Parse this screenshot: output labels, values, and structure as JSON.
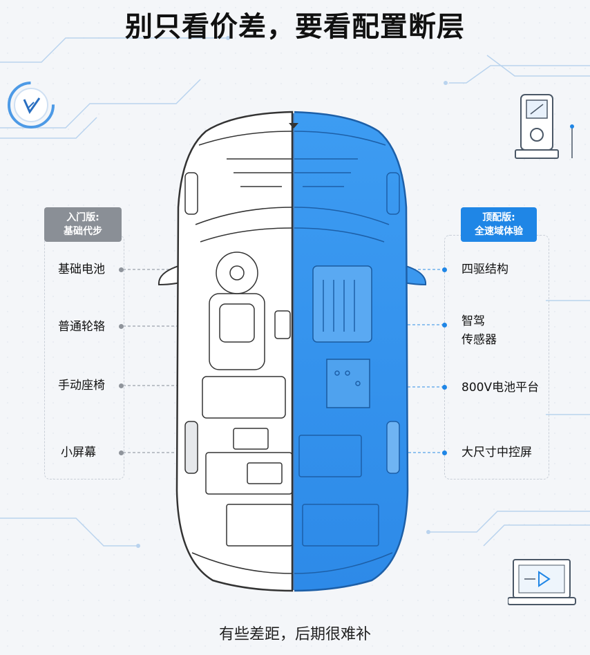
{
  "title": "别只看价差，要看配置断层",
  "footer": "有些差距，后期很难补",
  "left_panel": {
    "tag_line1": "入门版:",
    "tag_line2": "基础代步",
    "features": [
      "基础电池",
      "普通轮辂",
      "手动座椅",
      "小屏幕"
    ]
  },
  "right_panel": {
    "tag_line1": "顶配版:",
    "tag_line2": "全速域体验",
    "features": [
      "四驱结构",
      "智驾",
      "传感器",
      "800V电池平台",
      "大尺寸中控屏"
    ]
  },
  "colors": {
    "accent_blue": "#1f86e6",
    "gray_tag": "#8a8f96",
    "line_blue": "#6fb1ec"
  },
  "icons": [
    "refresh-badge-icon",
    "charger-icon",
    "laptop-play-icon"
  ]
}
